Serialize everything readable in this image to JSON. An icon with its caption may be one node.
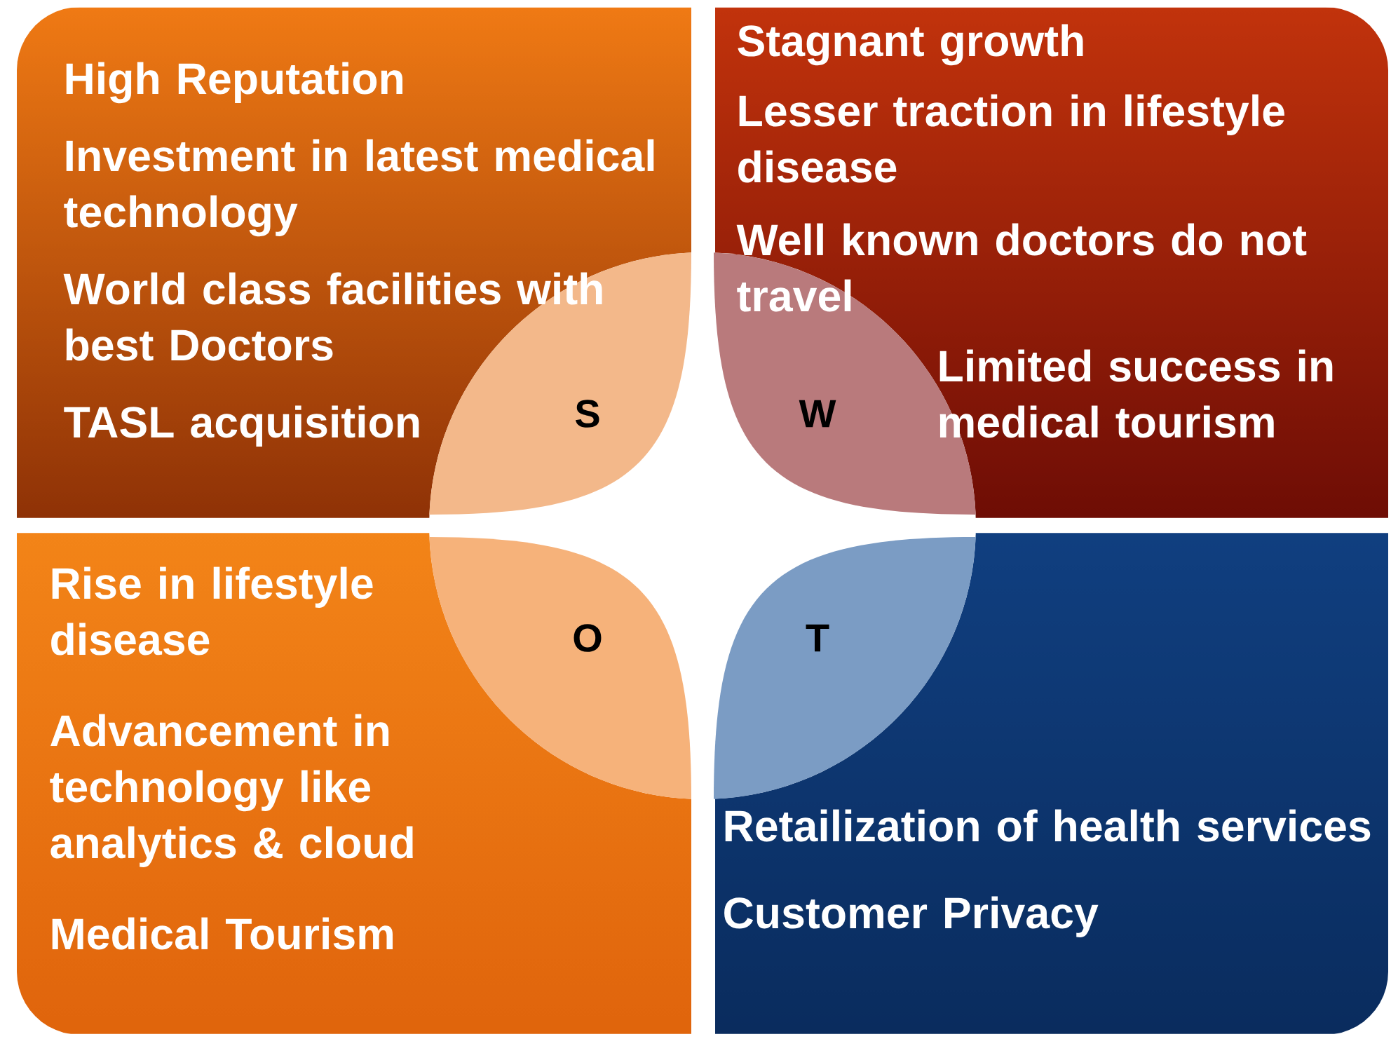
{
  "diagram": {
    "nodes": [
      {
        "text": [
          "High Reputation",
          "Investment in latest medical technology",
          "World class facilities with best Doctors",
          "TASL acquisition"
        ]
      },
      {
        "text": [
          "Stagnant growth",
          "Lesser traction in lifestyle disease",
          "Well known doctors do not travel",
          "Limited success in medical tourism"
        ]
      },
      {
        "text": [
          "Rise in lifestyle disease",
          "Advancement in technology like analytics & cloud",
          "Medical Tourism"
        ]
      },
      {
        "text": [
          "Retailization of health services",
          "Customer Privacy"
        ]
      },
      {
        "text": [
          "S"
        ]
      },
      {
        "text": [
          "W"
        ]
      },
      {
        "text": [
          "O"
        ]
      },
      {
        "text": [
          "T"
        ]
      }
    ]
  }
}
